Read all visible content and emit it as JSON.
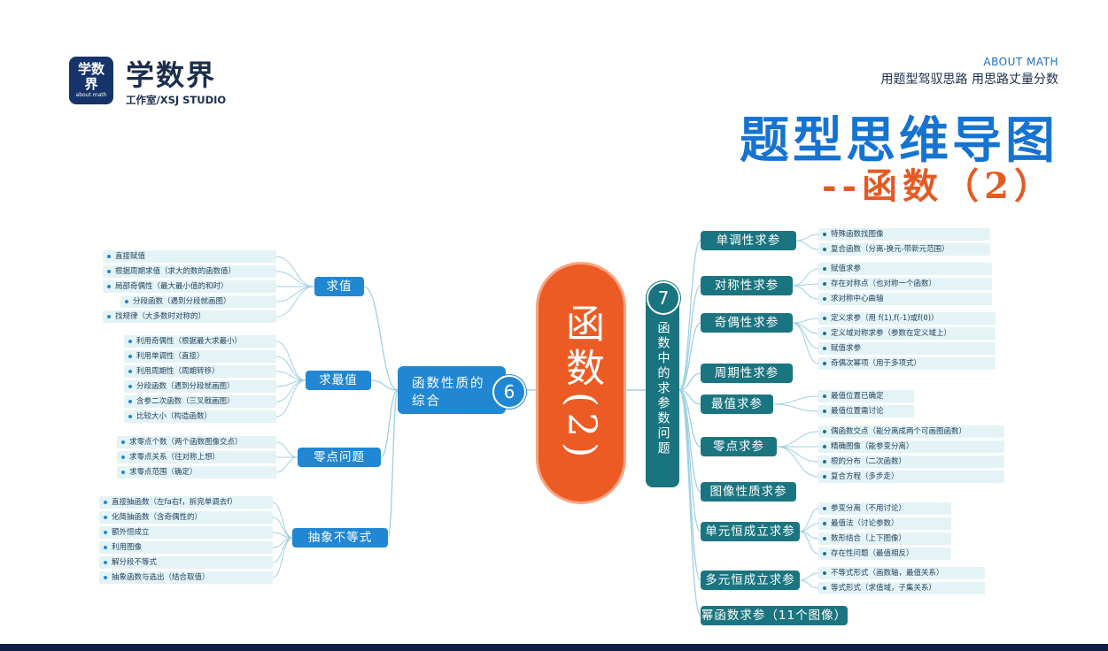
{
  "brand": {
    "logo_chars": [
      "学数",
      "界"
    ],
    "logo_sub": "about math",
    "name": "学数界",
    "studio": "工作室/XSJ STUDIO"
  },
  "header": {
    "about": "ABOUT MATH",
    "slogan": "用题型驾驭思路  用思路丈量分数",
    "title": "题型思维导图",
    "subtitle": "--函数（2）"
  },
  "hub": {
    "label": "函数(2)"
  },
  "colors": {
    "hub": "#ec5b24",
    "right_branch": "#1a747f",
    "left_branch": "#2187d3",
    "leaf_bg": "#e4f3f6",
    "link": "#9fd0e3"
  },
  "right_branch": {
    "number": "7",
    "title": "函数中的求参数问题",
    "categories": [
      {
        "label": "单调性求参",
        "items": [
          "特殊函数找图像",
          "复合函数（分离-换元-带新元范围）"
        ]
      },
      {
        "label": "对称性求参",
        "items": [
          "赋值求参",
          "存在对称点（也对称一个函数）",
          "求对称中心曲轴"
        ]
      },
      {
        "label": "奇偶性求参",
        "items": [
          "定义求参（用 f(1),f(-1)或f(0)）",
          "定义域对称求参（参数在定义域上）",
          "赋值求参",
          "奇偶次幂项（用于多项式）"
        ]
      },
      {
        "label": "周期性求参",
        "items": []
      },
      {
        "label": "最值求参",
        "items": [
          "最值位置已确定",
          "最值位置需讨论"
        ]
      },
      {
        "label": "零点求参",
        "items": [
          "偶函数交点（能分离成两个可画图函数）",
          "精确图像（能参变分离）",
          "根的分布（二次函数）",
          "复合方程（多步走）"
        ]
      },
      {
        "label": "图像性质求参",
        "items": []
      },
      {
        "label": "单元恒成立求参",
        "items": [
          "参变分离（不用讨论）",
          "最值法（讨论参数）",
          "数形结合（上下图像）",
          "存在性问题（最值相反）"
        ]
      },
      {
        "label": "多元恒成立求参",
        "items": [
          "不等式形式（画数轴，最值关系）",
          "等式形式（求值域，子集关系）"
        ]
      },
      {
        "label": "幂函数求参（11个图像）",
        "items": []
      }
    ]
  },
  "left_branch": {
    "number": "6",
    "title": "函数性质的综合",
    "categories": [
      {
        "label": "求值",
        "items": [
          "直接赋值",
          "根据周期求值（求大的数的函数值）",
          "局部奇偶性（最大最小值的和时）",
          "分段函数（遇到分段就画图）",
          "找规律（大多数时对称的）"
        ]
      },
      {
        "label": "求最值",
        "items": [
          "利用奇偶性（根据最大求最小）",
          "利用单调性（直接）",
          "利用周期性（周期转移）",
          "分段函数（遇到分段就画图）",
          "含参二次函数（三叉戟画图）",
          "比较大小（构造函数）"
        ]
      },
      {
        "label": "零点问题",
        "items": [
          "求零点个数（两个函数图像交点）",
          "求零点关系（往对称上想）",
          "求零点范围（确定）"
        ]
      },
      {
        "label": "抽象不等式",
        "items": [
          "直接抽函数（左fa右f，拆完单调去f）",
          "化简抽函数（含奇偶性的）",
          "额外恒成立",
          "利用图像",
          "解分段不等式",
          "抽象函数与选出（结合取值）"
        ]
      }
    ]
  }
}
